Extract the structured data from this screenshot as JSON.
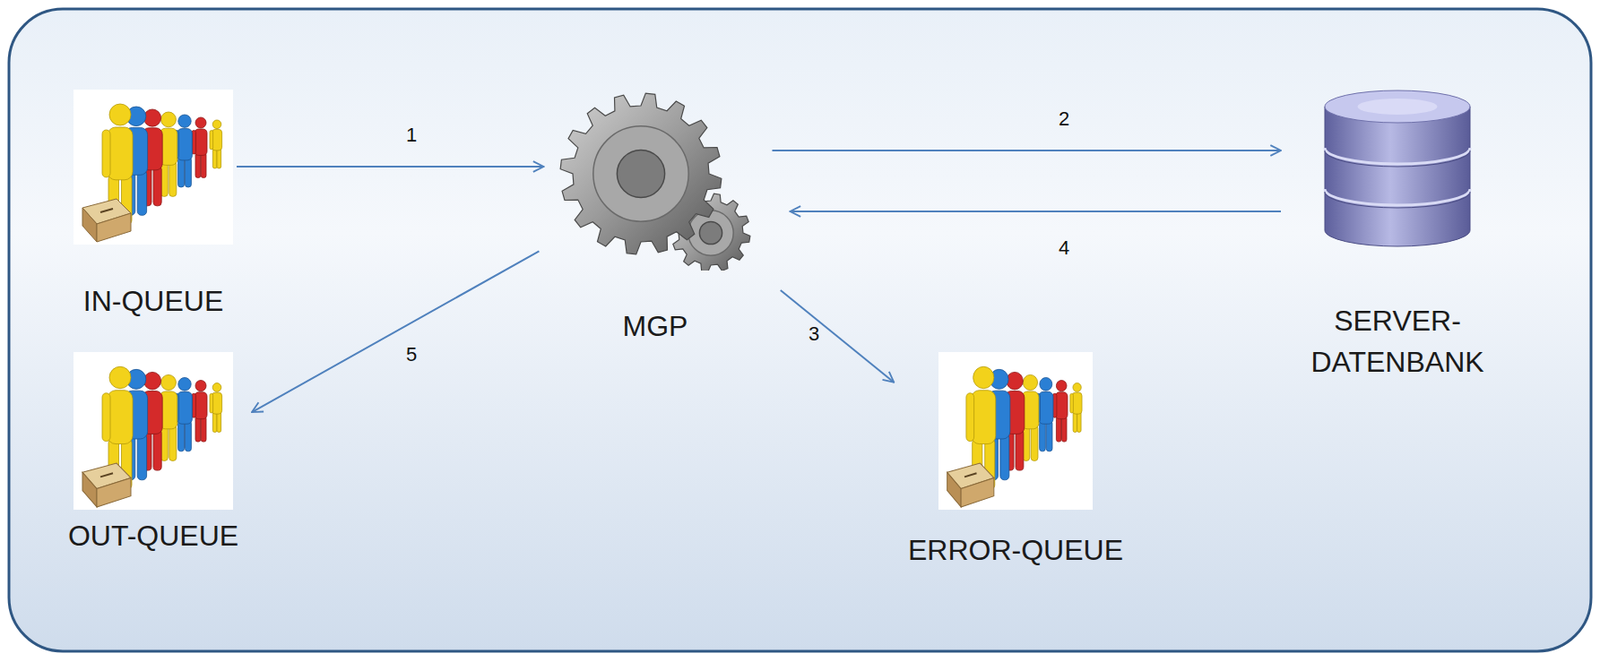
{
  "diagram": {
    "nodes": [
      {
        "text": [
          "IN-QUEUE"
        ]
      },
      {
        "text": [
          "MGP"
        ]
      },
      {
        "text": [
          "SERVER- DATENBANK"
        ]
      },
      {
        "text": [
          "OUT-QUEUE"
        ]
      },
      {
        "text": [
          "ERROR-QUEUE"
        ]
      }
    ],
    "edges": [
      {
        "from": 0,
        "to": 1,
        "label": "1",
        "arrow": "to"
      },
      {
        "from": 1,
        "to": 2,
        "label": "2",
        "arrow": "to"
      },
      {
        "from": 1,
        "to": 4,
        "label": "3",
        "arrow": "to"
      },
      {
        "from": 2,
        "to": 1,
        "label": "4",
        "arrow": "to"
      },
      {
        "from": 1,
        "to": 3,
        "label": "5",
        "arrow": "to"
      }
    ]
  }
}
